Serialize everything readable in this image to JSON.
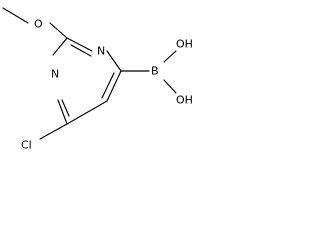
{
  "molecule": {
    "labels": {
      "ring_n_upper": "N",
      "ring_n_lower": "N",
      "methoxy_o": "O",
      "chloro": "Cl",
      "boron": "B",
      "hydroxyl_top": "OH",
      "hydroxyl_bottom": "OH"
    },
    "colors": {
      "bond": "#000000",
      "text": "#000000",
      "background": "#ffffff"
    }
  }
}
